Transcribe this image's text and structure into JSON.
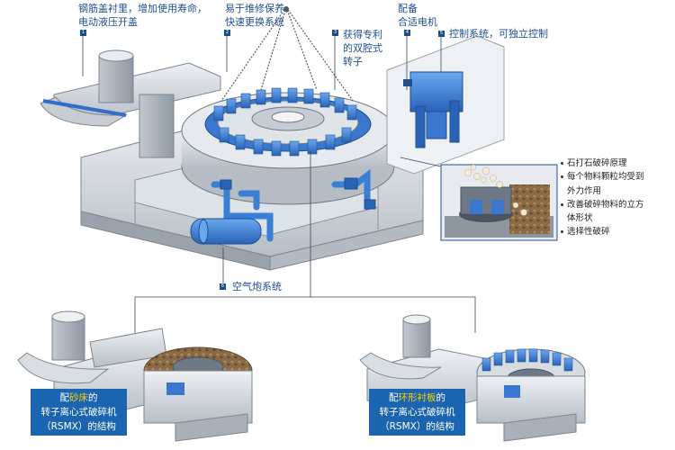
{
  "callouts": {
    "c1": {
      "num": "1",
      "line1": "钢筋盖衬里，增加使用寿命，",
      "line2": "电动液压开盖"
    },
    "c2": {
      "num": "2",
      "line1": "易于维修保养，",
      "line2": "快速更换系统"
    },
    "c3": {
      "num": "3",
      "line1": "获得专利",
      "line2": "的双腔式",
      "line3": "转子"
    },
    "c4": {
      "num": "4",
      "line1": "配备",
      "line2": "合适电机"
    },
    "c5": {
      "num": "5",
      "line1": "控制系统，可独立控制"
    },
    "c6": {
      "num": "6",
      "line1": "空气炮系统"
    }
  },
  "side_notes": [
    {
      "text": "石打石破碎原理",
      "bullet": true
    },
    {
      "text": "每个物料颗粒均受到",
      "bullet": true
    },
    {
      "text": "外力作用",
      "bullet": false
    },
    {
      "text": "改善破碎物料的立方",
      "bullet": true
    },
    {
      "text": "体形状",
      "bullet": false
    },
    {
      "text": "选择性破碎",
      "bullet": true
    }
  ],
  "caption_left": {
    "pre": "配",
    "highlight": "砂床",
    "post": "的",
    "line2": "转子离心式破碎机",
    "line3": "（RSMX）的结构"
  },
  "caption_right": {
    "pre": "配",
    "highlight": "环形衬板",
    "post": "的",
    "line2": "转子离心式破碎机",
    "line3": "（RSMX）的结构"
  },
  "colors": {
    "accent": "#1a64b0",
    "highlight": "#ffd200",
    "label": "#1f4f8f",
    "steel": "#c9ced4",
    "blue_part": "#3f86d8"
  }
}
